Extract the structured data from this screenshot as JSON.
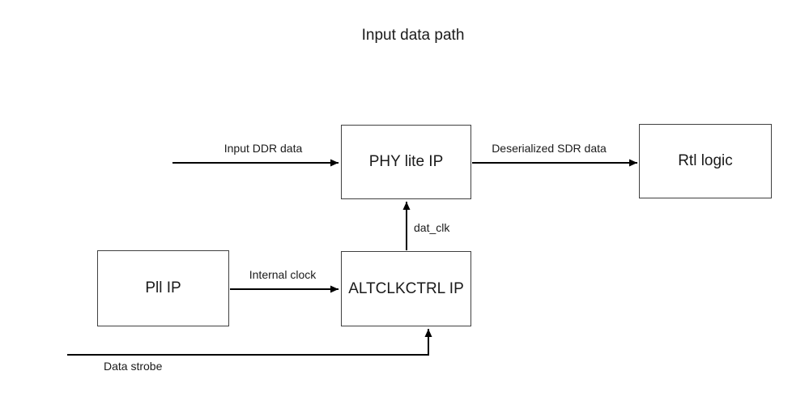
{
  "diagram": {
    "title": "Input data path",
    "boxes": {
      "phy_lite": {
        "label": "PHY lite IP"
      },
      "rtl_logic": {
        "label": "Rtl logic"
      },
      "pll": {
        "label": "Pll IP"
      },
      "altclkctrl": {
        "label": "ALTCLKCTRL IP"
      }
    },
    "arrows": {
      "input_ddr": {
        "label": "Input DDR data",
        "from": "external",
        "to": "PHY lite IP"
      },
      "deserialized_sdr": {
        "label": "Deserialized SDR data",
        "from": "PHY lite IP",
        "to": "Rtl logic"
      },
      "dat_clk": {
        "label": "dat_clk",
        "from": "ALTCLKCTRL IP",
        "to": "PHY lite IP"
      },
      "internal_clock": {
        "label": "Internal clock",
        "from": "Pll IP",
        "to": "ALTCLKCTRL IP"
      },
      "data_strobe": {
        "label": "Data strobe",
        "from": "external",
        "to": "ALTCLKCTRL IP"
      }
    },
    "colors": {
      "background": "#ffffff",
      "box_border": "#404040",
      "arrow": "#000000",
      "text": "#1a1a1a"
    }
  }
}
